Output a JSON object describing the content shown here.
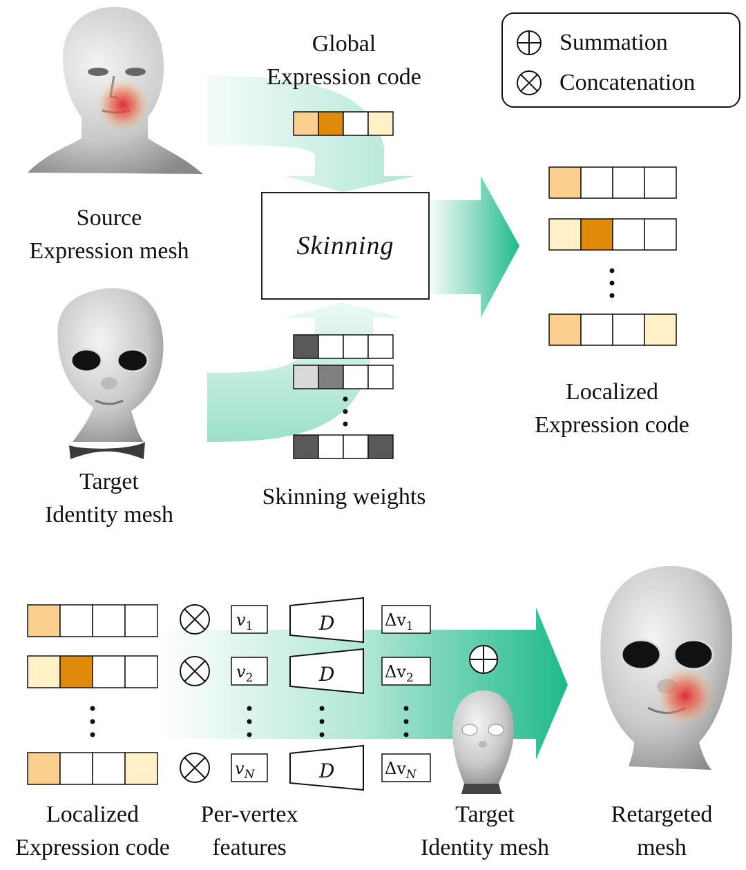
{
  "legend": {
    "summation": "Summation",
    "concatenation": "Concatenation"
  },
  "top": {
    "global_code_label": [
      "Global",
      "Expression code"
    ],
    "skinning_block": "Skinning",
    "skinning_weights_label": "Skinning weights",
    "localized_code_label": [
      "Localized",
      "Expression code"
    ],
    "source_mesh_label": [
      "Source",
      "Expression mesh"
    ],
    "target_mesh_label": [
      "Target",
      "Identity mesh"
    ]
  },
  "bottom": {
    "decoder": "D",
    "features": [
      "v1",
      "v2",
      "vN"
    ],
    "feature_subscripts": [
      "1",
      "2",
      "N"
    ],
    "offsets_prefix": "Δv",
    "labels": {
      "localized": [
        "Localized",
        "Expression code"
      ],
      "per_vertex": [
        "Per-vertex",
        "features"
      ],
      "target": [
        "Target",
        "Identity mesh"
      ],
      "retargeted": [
        "Retargeted",
        "mesh"
      ]
    }
  },
  "colors": {
    "orange_light": "#fbd08e",
    "orange_dark": "#e08a0c",
    "orange_pale": "#fff0c8",
    "gray_dark": "#595959",
    "gray_mid": "#808080",
    "gray_light": "#d9d9d9",
    "arrow_green": "#1fb98a",
    "heat_red": "#e0202e"
  },
  "global_code_cells": [
    "orange_light",
    "orange_dark",
    "white",
    "orange_pale"
  ],
  "localized_code_rows": [
    [
      "orange_light",
      "white",
      "white",
      "white"
    ],
    [
      "orange_pale",
      "orange_dark",
      "white",
      "white"
    ],
    [
      "orange_light",
      "white",
      "white",
      "orange_pale"
    ]
  ],
  "skinning_weight_rows": [
    [
      "gray_dark",
      "white",
      "white",
      "white"
    ],
    [
      "gray_light",
      "gray_mid",
      "white",
      "white"
    ],
    [
      "gray_dark",
      "white",
      "white",
      "gray_dark"
    ]
  ]
}
